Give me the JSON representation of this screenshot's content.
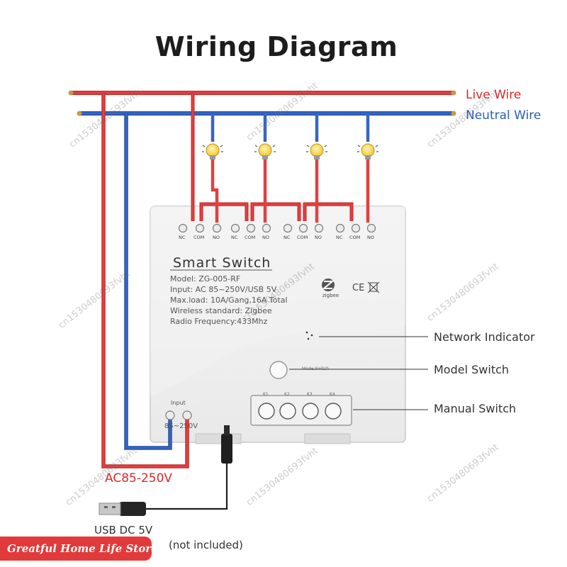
{
  "title": "Wiring Diagram",
  "wires": {
    "live_label": "Live Wire",
    "neutral_label": "Neutral Wire",
    "ac_label": "AC85-250V",
    "usb_label": "USB DC 5V",
    "usb_note": "(not included)",
    "live_color": "#e03232",
    "neutral_color": "#2f5fc0"
  },
  "device": {
    "name": "Smart  Switch",
    "model": "Model:  ZG-005-RF",
    "input": "Input:  AC 85~250V/USB 5V",
    "max_load": "Max.load:  10A/Gang,16A Total",
    "wireless": "Wireless standard:  Zigbee",
    "radio": "Radio Frequency:433Mhz",
    "zigbee_text": "zigbee",
    "ce_mark": "CE",
    "mode_switch_text": "Mode Switch",
    "input_label": "Input",
    "voltage_label": "85~250V",
    "terminals": [
      "NC",
      "COM",
      "NO",
      "NC",
      "COM",
      "NO",
      "NC",
      "COM",
      "NO",
      "NC",
      "COM",
      "NO"
    ],
    "manual_keys": [
      "K1",
      "K2",
      "K3",
      "K4"
    ]
  },
  "callouts": {
    "network_indicator": "Network Indicator",
    "model_switch": "Model Switch",
    "manual_switch": "Manual Switch"
  },
  "watermark": "cn1530480693fvht",
  "store_name": "Greatful Home Life Store",
  "icons": [
    "light-bulb-icon",
    "zigbee-logo-icon",
    "ce-mark-icon",
    "weee-bin-icon",
    "usb-plug-icon",
    "dc-barrel-plug-icon"
  ]
}
